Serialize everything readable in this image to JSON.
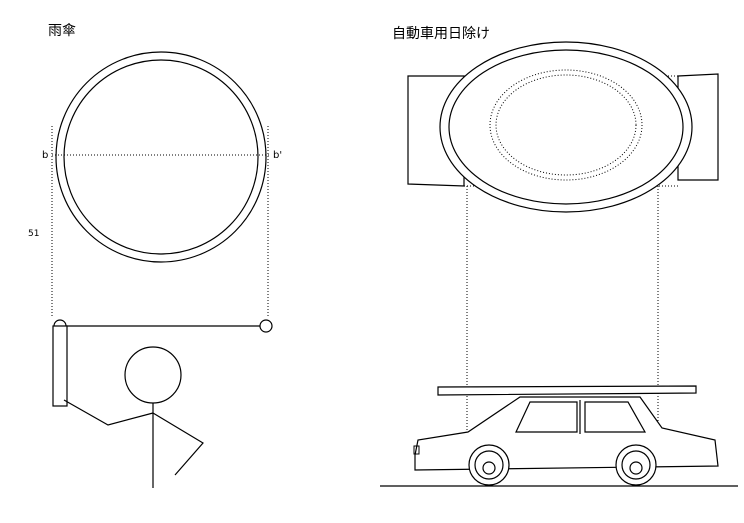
{
  "umbrella": {
    "title": "雨傘",
    "label_b": "b",
    "label_b_prime": "b'",
    "label_51": "51"
  },
  "car_sunshade": {
    "title": "自動車用日除け"
  }
}
